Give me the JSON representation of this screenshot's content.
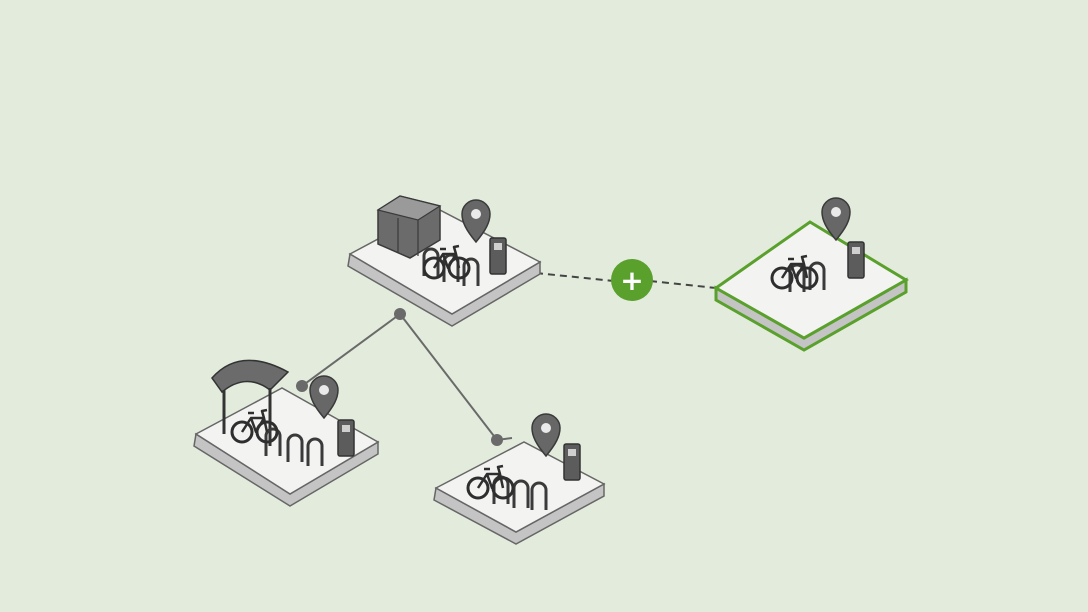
{
  "colors": {
    "background": "#e3ecdc",
    "accent_green": "#5aa02c",
    "station_top": "#f3f3f2",
    "station_side": "#c9c9c9",
    "ink": "#2e2e2e",
    "link": "#6a6a6a"
  },
  "stations": [
    {
      "id": "station-lockers",
      "icons": [
        "locker-icon",
        "map-pin-icon",
        "bike-rack-icon",
        "charging-pillar-icon"
      ],
      "highlighted": false
    },
    {
      "id": "station-shelter",
      "icons": [
        "shelter-icon",
        "map-pin-icon",
        "bike-rack-icon",
        "charging-pillar-icon"
      ],
      "highlighted": false
    },
    {
      "id": "station-basic",
      "icons": [
        "map-pin-icon",
        "bike-rack-icon",
        "charging-pillar-icon"
      ],
      "highlighted": false
    },
    {
      "id": "station-new",
      "icons": [
        "map-pin-icon",
        "bike-rack-icon",
        "charging-pillar-icon"
      ],
      "highlighted": true
    }
  ],
  "add_button": {
    "icon": "plus-icon",
    "symbol": "+"
  },
  "connections": [
    {
      "from": "station-lockers",
      "to": "station-shelter",
      "style": "solid"
    },
    {
      "from": "station-lockers",
      "to": "station-basic",
      "style": "solid"
    },
    {
      "from": "station-lockers",
      "to": "station-new",
      "style": "dashed"
    }
  ]
}
